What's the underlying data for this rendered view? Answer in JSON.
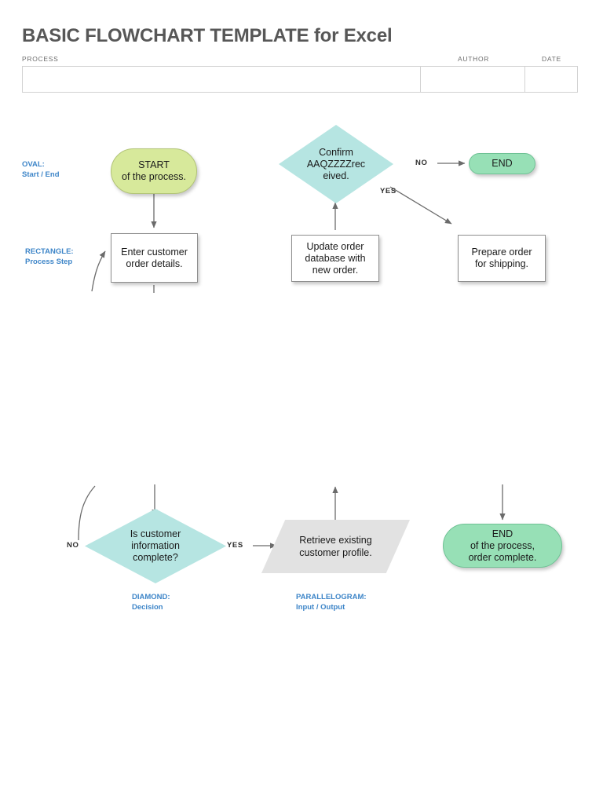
{
  "header": {
    "title": "BASIC FLOWCHART TEMPLATE for Excel",
    "fields": [
      {
        "label": "PROCESS",
        "value": ""
      },
      {
        "label": "AUTHOR",
        "value": ""
      },
      {
        "label": "DATE",
        "value": ""
      }
    ]
  },
  "legend": [
    {
      "line1": "OVAL:",
      "line2": "Start / End"
    },
    {
      "line1": "RECTANGLE:",
      "line2": "Process Step"
    },
    {
      "line1": "DIAMOND:",
      "line2": "Decision"
    },
    {
      "line1": "PARALLELOGRAM:",
      "line2": "Input / Output"
    }
  ],
  "nodes": {
    "start": {
      "line1": "START",
      "line2": "of the process."
    },
    "enter_order": {
      "line1": "Enter customer",
      "line2": "order details."
    },
    "confirm": {
      "line1": "Confirm",
      "line2": "AAQZZZZrec",
      "line3": "eived."
    },
    "end_top": {
      "line1": "END"
    },
    "update_db": {
      "line1": "Update order",
      "line2": "database with",
      "line3": "new order."
    },
    "prepare_ship": {
      "line1": "Prepare order",
      "line2": "for shipping."
    },
    "is_complete": {
      "line1": "Is customer",
      "line2": "information",
      "line3": "complete?"
    },
    "retrieve_profile": {
      "line1": "Retrieve existing",
      "line2": "customer profile."
    },
    "end_bottom": {
      "line1": "END",
      "line2": "of the process,",
      "line3": "order complete."
    }
  },
  "edge_labels": {
    "confirm_no": "NO",
    "confirm_yes": "YES",
    "decision_no": "NO",
    "decision_yes": "YES"
  },
  "colors": {
    "title": "#575757",
    "legend_blue": "#3d85c8",
    "oval_start": "#d7e99b",
    "oval_end": "#97e0b6",
    "diamond": "#b6e5e2",
    "parallelogram": "#e2e2e2",
    "rect": "#ffffff",
    "connector": "#6b6b6b",
    "border": "#d2d2d2"
  }
}
